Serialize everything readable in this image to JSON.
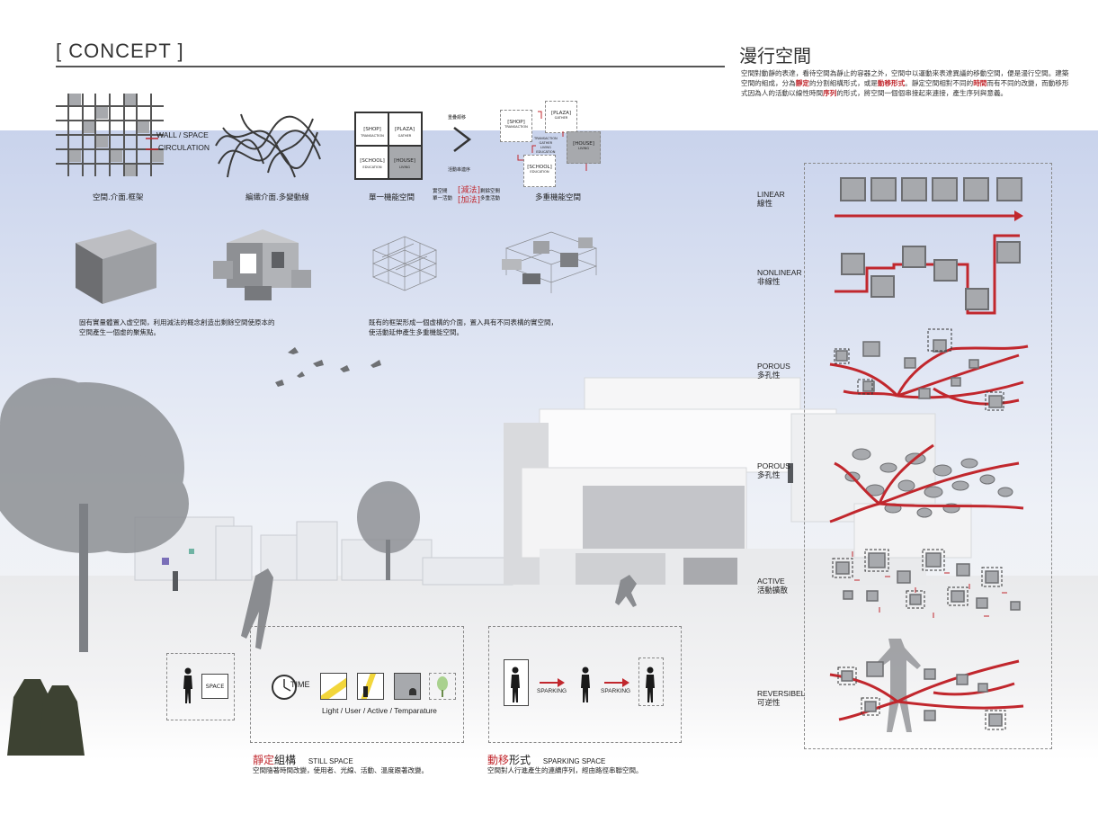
{
  "header": {
    "title": "[ CONCEPT ]",
    "cn_title": "漫行空間",
    "description_parts": [
      {
        "text": "空間對動靜的表達，看待空間為靜止的容器之外，空間中以運動來表達異議的移動空間，便是漫行空間。建築空間的組成，分為",
        "red": false
      },
      {
        "text": "靜定",
        "red": true
      },
      {
        "text": "的分割組構形式，或是",
        "red": false
      },
      {
        "text": "動移形式",
        "red": true
      },
      {
        "text": "。靜定空間相對不同的",
        "red": false
      },
      {
        "text": "時間",
        "red": true
      },
      {
        "text": "而有不同的改變，而動移形式因為人的活動以線性時間",
        "red": false
      },
      {
        "text": "序列",
        "red": true
      },
      {
        "text": "的形式，將空間一個個串接起來連接，產生序列與意義。",
        "red": false
      }
    ]
  },
  "diagrams": {
    "wall_space": "WALL / SPACE",
    "circulation": "CIRCULATION",
    "cap1": "空間.介面.框架",
    "cap2": "編織介面.多變動線",
    "cap3": "單一機能空間",
    "cap4": "多重機能空間",
    "shop": "[SHOP]",
    "shop_sub": "TRANSACTION",
    "plaza": "[PLAZA]",
    "plaza_sub": "GATHER",
    "school": "[SCHOOL]",
    "school_sub": "EDUCATION",
    "house": "[HOUSE]",
    "house_sub": "LIVING",
    "arrow_top": "重疊顛移",
    "arrow_bottom": "活動串連序",
    "mid_left": "實空間\n單一活動",
    "mid_op": "[減法]\n[加法]",
    "mid_right": "剩餘空間\n多重活動",
    "multi_center": "TRANSACTION\nGATHER\nLIVING\nEDUCATION",
    "text_a": "固有實量體置入虛空間，利用減法的概念創造出剩餘空間使原本的\n空間產生一個虛的聚焦點。",
    "text_b": "既有的框架形成一個虛構的介面，置入具有不同表構的實空間，\n使活動延伸產生多重機能空間。"
  },
  "types": [
    {
      "en": "LINEAR",
      "zh": "線性"
    },
    {
      "en": "NONLINEAR",
      "zh": "非線性"
    },
    {
      "en": "POROUS",
      "zh": "多孔性"
    },
    {
      "en": "POROUS",
      "zh": "多孔性"
    },
    {
      "en": "ACTIVE",
      "zh": "活動擴散"
    },
    {
      "en": "REVERSIBEL",
      "zh": "可逆性"
    }
  ],
  "still": {
    "space_label": "SPACE",
    "time_label": "TIME",
    "factors": "Light / User / Active / Temparature",
    "title_red": "靜定",
    "title_rest": "組構",
    "title_en": "STILL SPACE",
    "caption": "空間隨著時間改變，使用者、光線、活動、溫度跟著改變。"
  },
  "sparking": {
    "label1": "SPARKING",
    "label2": "SPARKING",
    "title_red": "動移",
    "title_rest": "形式",
    "title_en": "SPARKING SPACE",
    "caption": "空間對人行進產生的連續序列，經由路徑串聯空間。"
  },
  "colors": {
    "accent_red": "#c1272d",
    "box_gray": "#a7a9ad",
    "outline": "#6d6e71"
  }
}
